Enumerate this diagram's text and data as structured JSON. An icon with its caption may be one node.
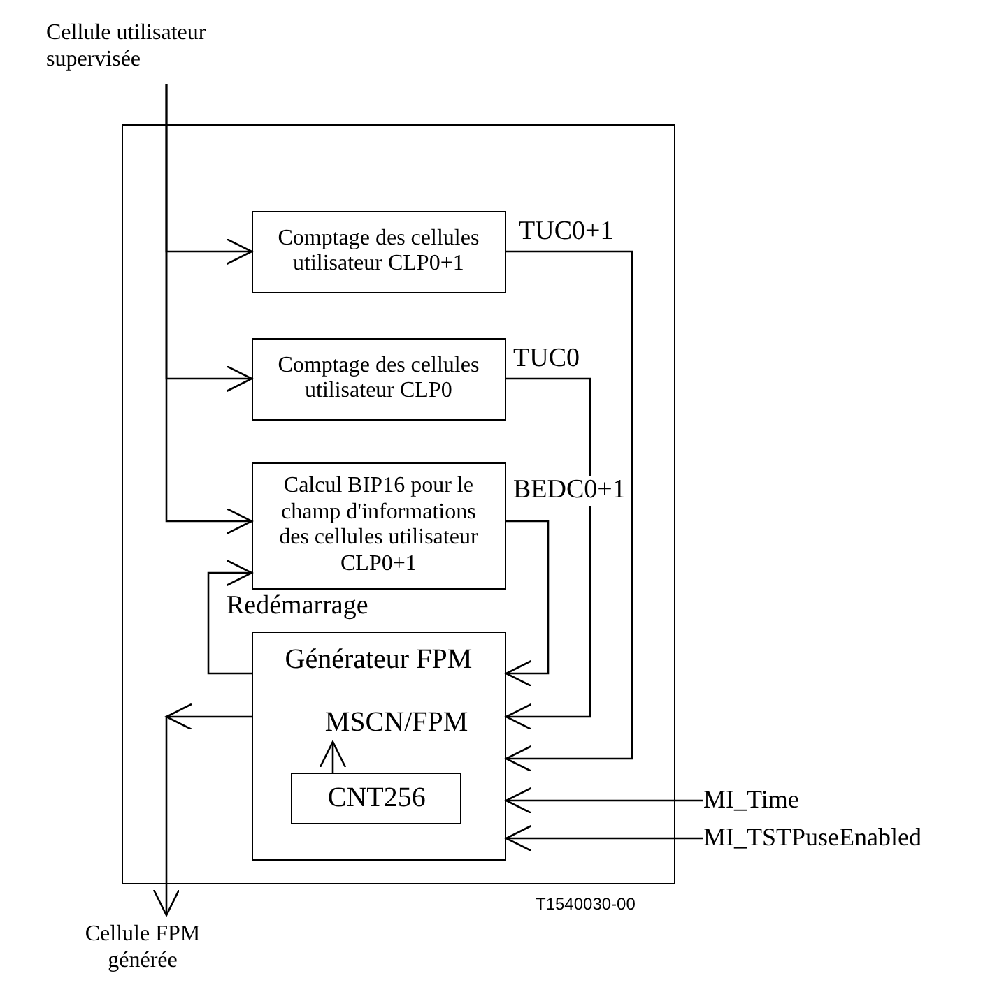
{
  "diagram": {
    "nodes": [
      {
        "text": [
          "Cellule utilisateur supervisée"
        ]
      },
      {
        "text": [],
        "shape": "box"
      },
      {
        "text": [
          "Comptage des cellules utilisateur CLP0+1"
        ],
        "in": 1
      },
      {
        "text": [
          "Comptage des cellules utilisateur CLP0"
        ],
        "in": 1
      },
      {
        "text": [
          "Calcul BIP16 pour le champ d'informations des cellules utilisateur CLP0+1"
        ],
        "in": 1
      },
      {
        "text": [
          "Générateur FPM"
        ],
        "in": 1
      },
      {
        "text": [
          "MSCN/FPM"
        ],
        "in": 5
      },
      {
        "text": [
          "CNT256"
        ],
        "in": 5
      },
      {
        "text": [
          "MI_Time"
        ]
      },
      {
        "text": [
          "MI_TSTPuseEnabled"
        ]
      },
      {
        "text": [
          "Cellule FPM générée"
        ]
      }
    ],
    "edges": [
      {
        "from": 0,
        "to": 2,
        "arrow": "to"
      },
      {
        "from": 0,
        "to": 3,
        "arrow": "to"
      },
      {
        "from": 0,
        "to": 4,
        "arrow": "to"
      },
      {
        "from": 5,
        "to": 4,
        "arrow": "to",
        "label": "Redémarrage"
      },
      {
        "from": 2,
        "to": 5,
        "arrow": "to",
        "label": "TUC0+1"
      },
      {
        "from": 3,
        "to": 5,
        "arrow": "to",
        "label": "TUC0"
      },
      {
        "from": 4,
        "to": 5,
        "arrow": "to",
        "label": "BEDC0+1"
      },
      {
        "from": 7,
        "to": 6,
        "arrow": "to"
      },
      {
        "from": 8,
        "to": 5,
        "arrow": "to"
      },
      {
        "from": 9,
        "to": 5,
        "arrow": "to"
      },
      {
        "from": 5,
        "to": 10,
        "arrow": "to"
      }
    ],
    "labels": [
      "T1540030-00"
    ]
  }
}
